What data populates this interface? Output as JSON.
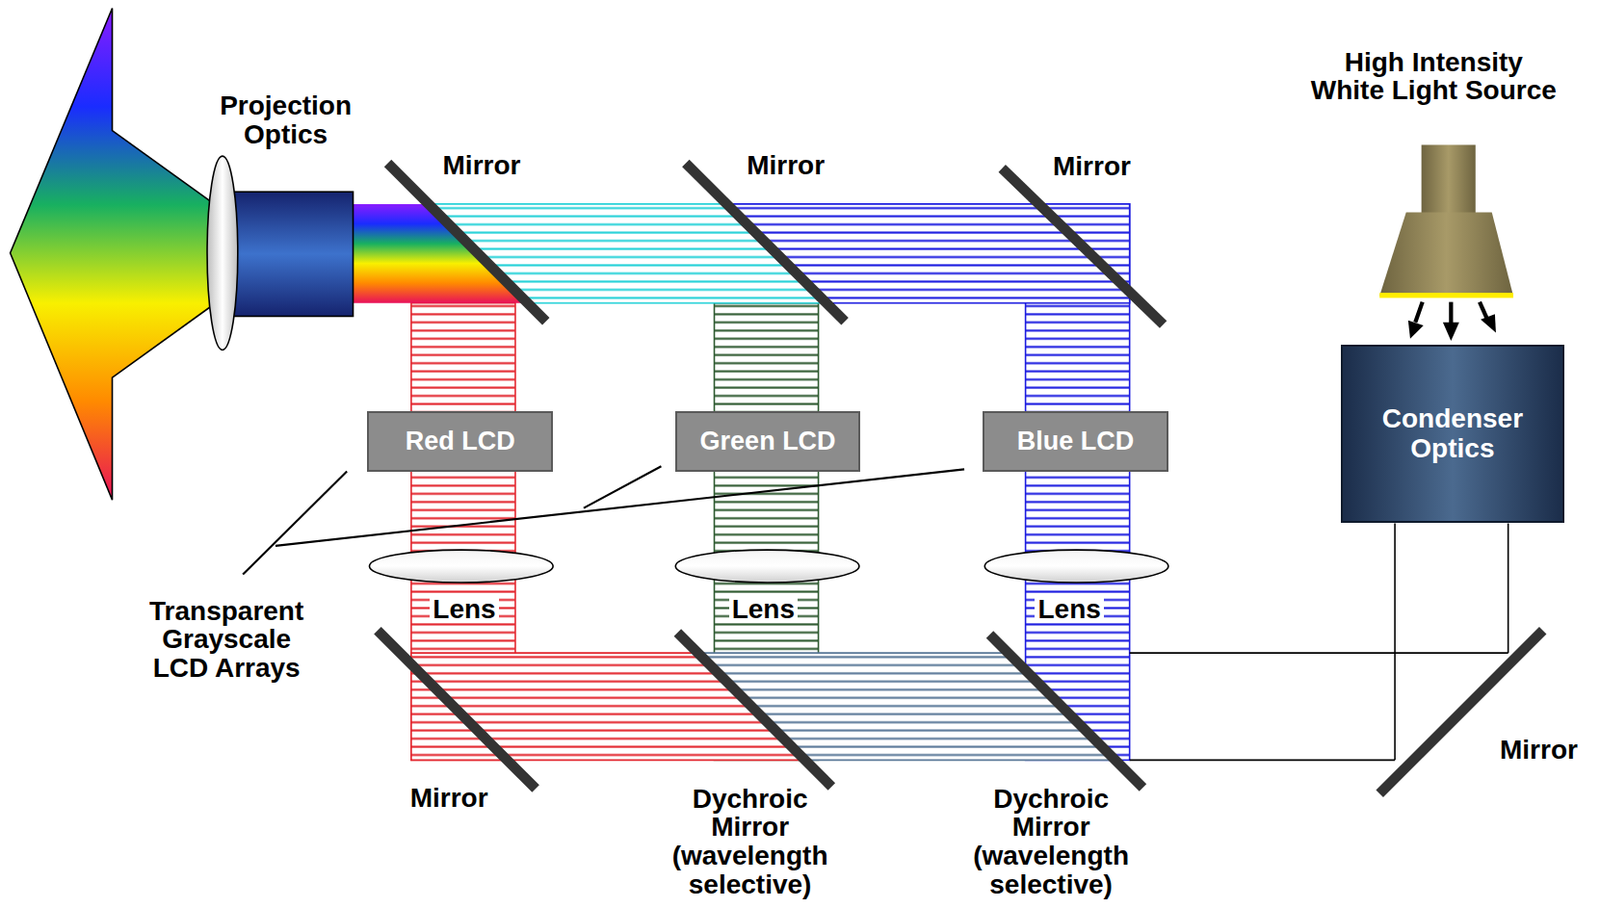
{
  "diagram": {
    "nodes": [
      {
        "text": [
          "Red LCD"
        ]
      },
      {
        "text": [
          "Green LCD"
        ]
      },
      {
        "text": [
          "Blue LCD"
        ]
      },
      {
        "text": [
          "Condenser Optics"
        ]
      }
    ],
    "labels": [
      "High Intensity White Light Source",
      "Projection Optics",
      "Mirror",
      "Mirror",
      "Mirror",
      "Transparent Grayscale LCD Arrays",
      "Lens",
      "Lens",
      "Lens",
      "Mirror",
      "Mirror",
      "Dychroic Mirror (wavelength selective)",
      "Dychroic Mirror (wavelength selective)"
    ]
  }
}
